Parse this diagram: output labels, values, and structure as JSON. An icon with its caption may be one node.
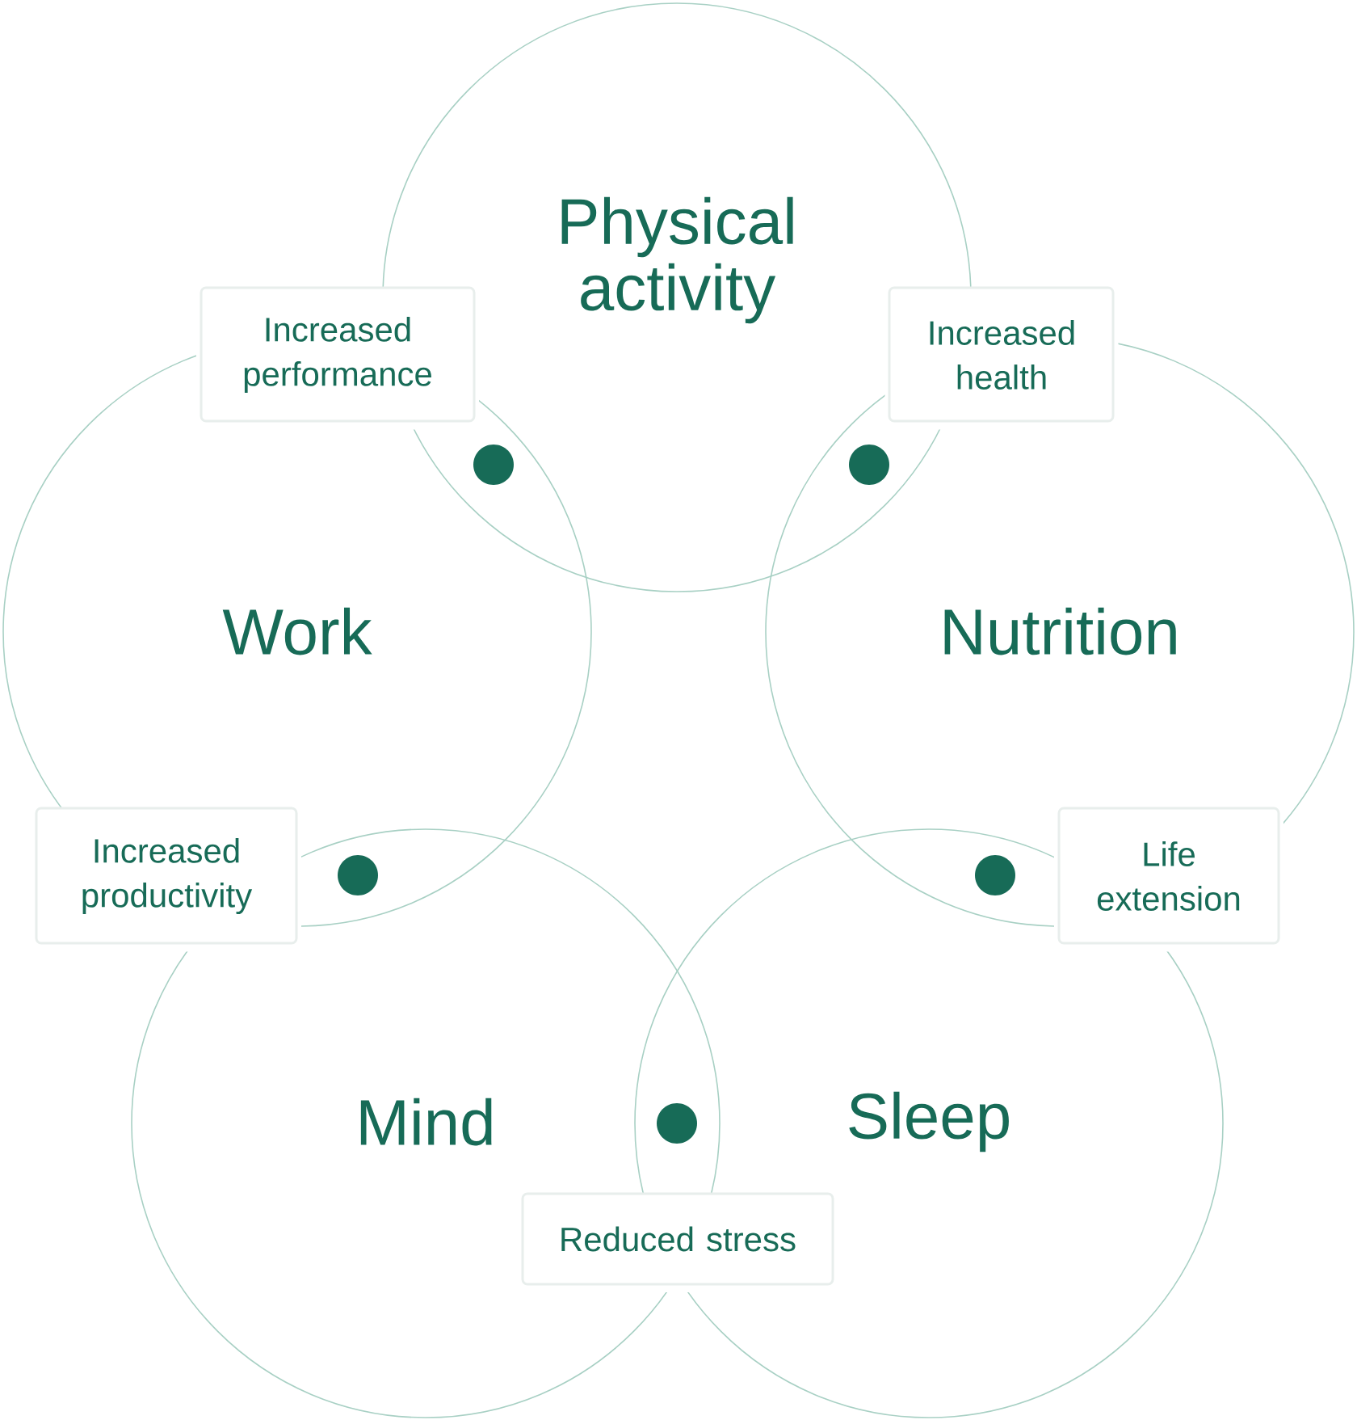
{
  "diagram": {
    "nodes": [
      {
        "text": [
          "Physical activity"
        ]
      },
      {
        "text": [
          "Work"
        ]
      },
      {
        "text": [
          "Nutrition"
        ]
      },
      {
        "text": [
          "Mind"
        ]
      },
      {
        "text": [
          "Sleep"
        ]
      },
      {
        "text": [
          "Increased performance"
        ]
      },
      {
        "text": [
          "Increased health"
        ]
      },
      {
        "text": [
          "Increased productivity"
        ]
      },
      {
        "text": [
          "Life extension"
        ]
      },
      {
        "text": [
          "Reduced stress"
        ]
      }
    ]
  }
}
